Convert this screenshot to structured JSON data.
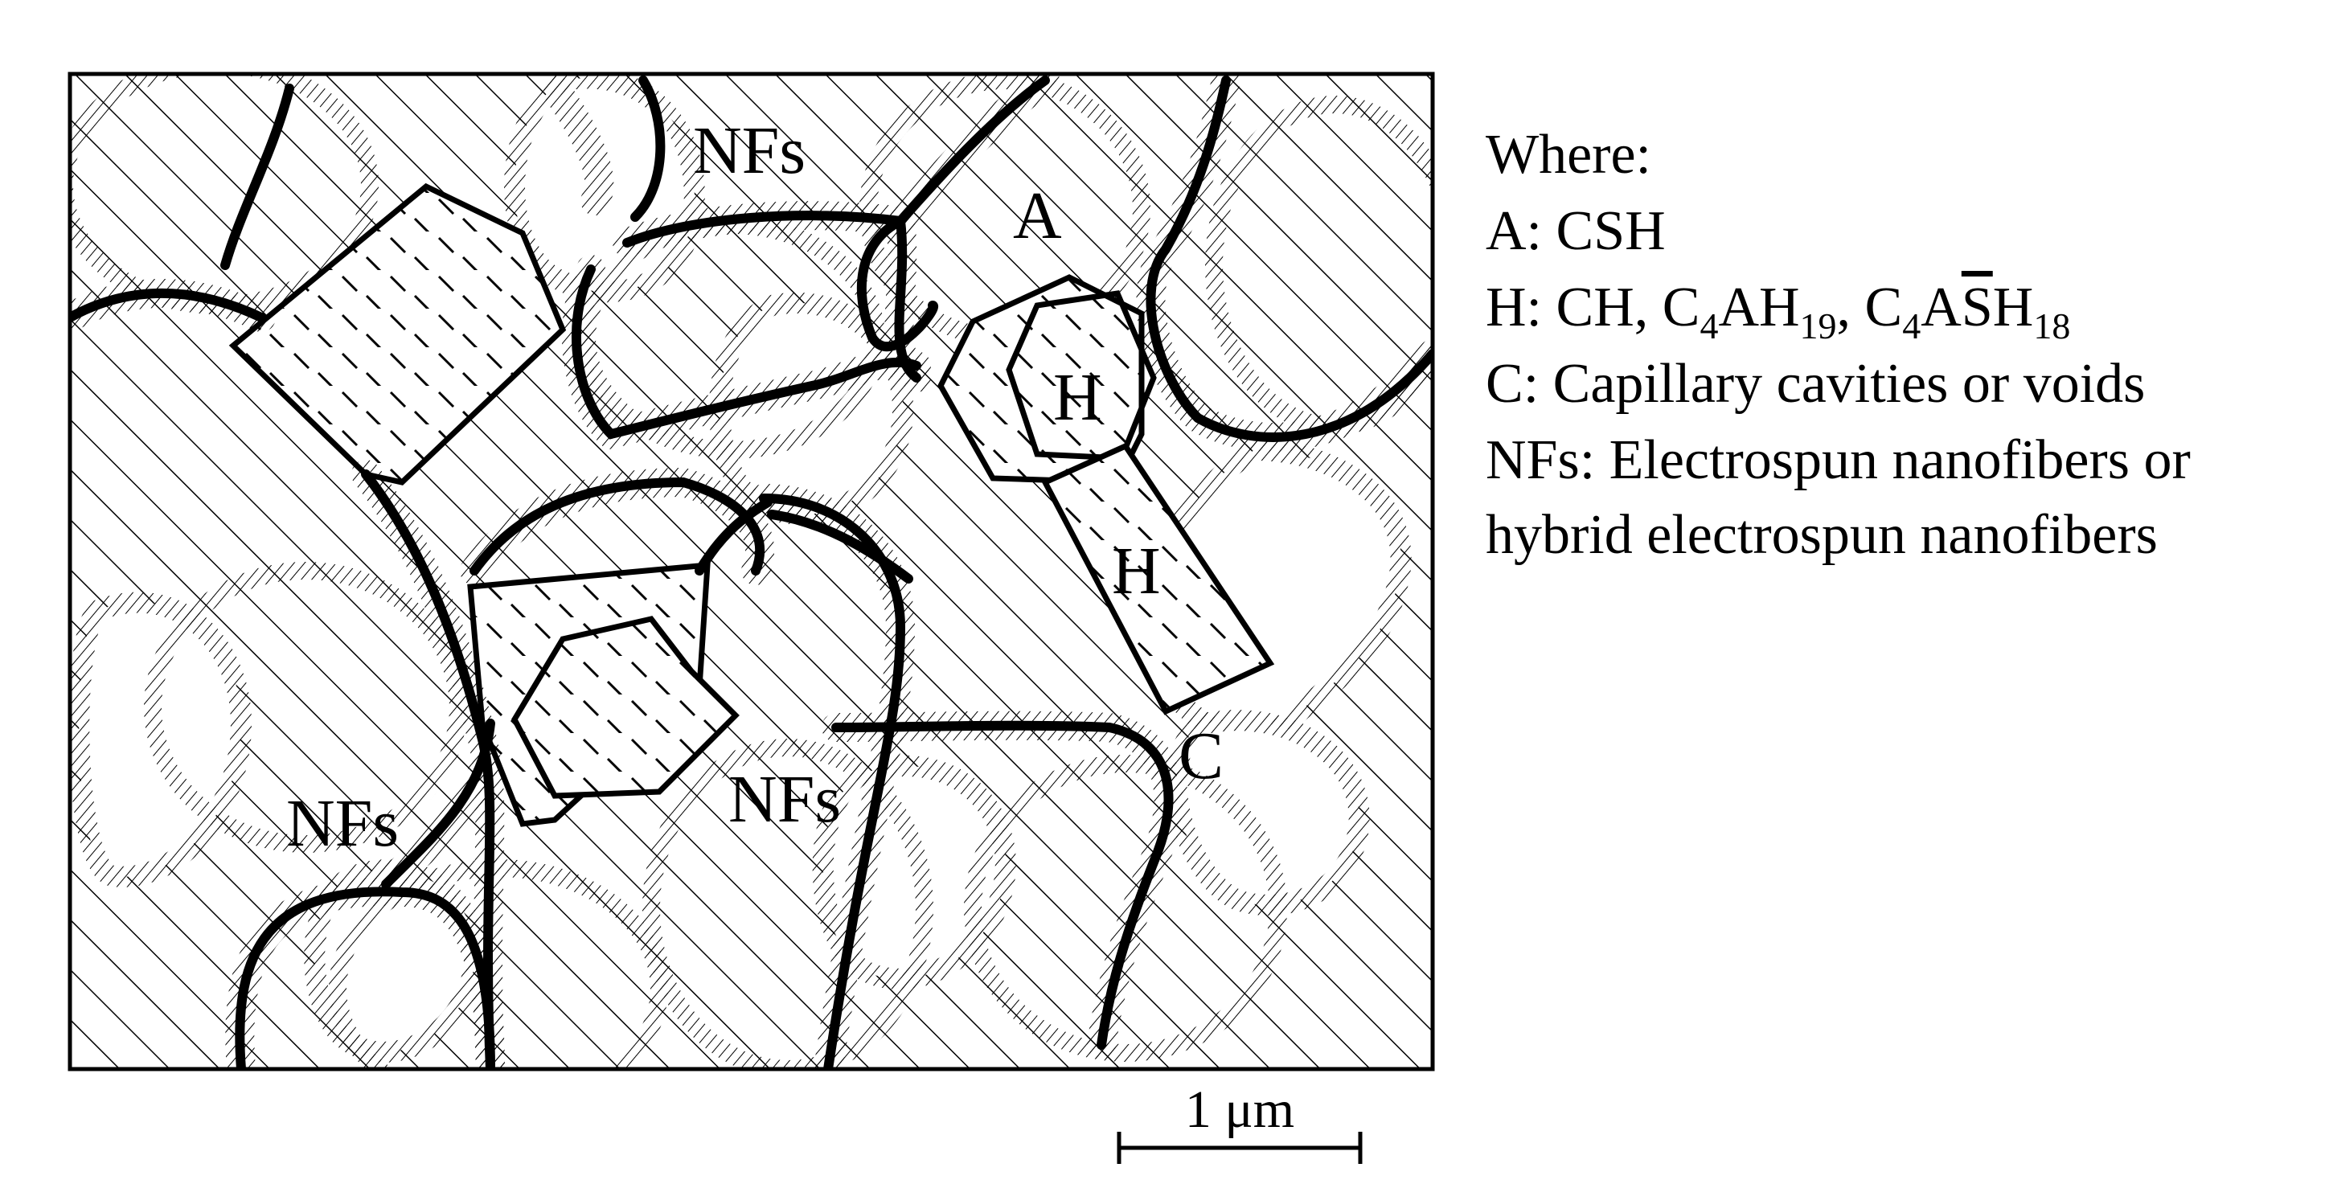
{
  "labels": {
    "nf_top": "NFs",
    "nf_left": "NFs",
    "nf_center": "NFs",
    "a": "A",
    "h_hex": "H",
    "h_bar": "H",
    "c": "C"
  },
  "legend": {
    "title": "Where:",
    "a_line": "A: CSH",
    "h_prefix": "H: CH, C",
    "h_sub1": "4",
    "h_mid1": "AH",
    "h_sub2": "19",
    "h_mid2": ", C",
    "h_sub3": "4",
    "h_a": "A",
    "h_s_bar": "S",
    "h_h": "H",
    "h_sub4": "18",
    "c_line": "C: Capillary cavities or voids",
    "nf_line1": "NFs: Electrospun nanofibers or",
    "nf_line2": "hybrid electrospun nanofibers"
  },
  "scale_bar": {
    "label": "1 μm"
  },
  "colors": {
    "ink": "#000000",
    "background": "#ffffff"
  }
}
